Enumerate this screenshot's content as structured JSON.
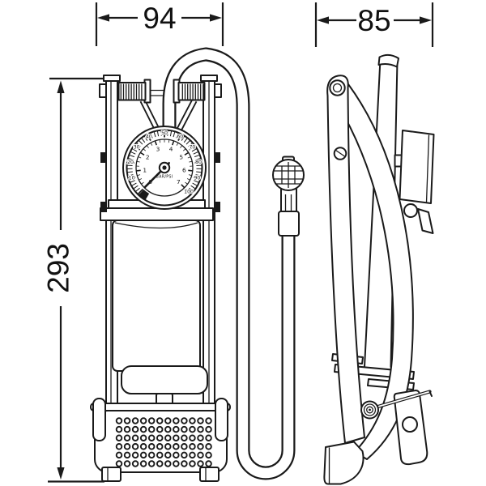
{
  "dimensions": {
    "front_width": "94",
    "side_width": "85",
    "height": "293"
  },
  "gauge": {
    "label": "BAR/PSI",
    "start_angle_deg": 135,
    "sweep_deg": 270,
    "bar_scale": {
      "min": 0,
      "max": 7,
      "labels": [
        "0",
        "1",
        "2",
        "3",
        "4",
        "5",
        "6",
        "7"
      ]
    },
    "psi_scale": {
      "min": 0,
      "max": 100,
      "labels": [
        "10",
        "20",
        "30",
        "40",
        "50",
        "60",
        "70",
        "80",
        "90",
        "100"
      ]
    },
    "needle_value_bar": 0
  },
  "pedal": {
    "dimple_rows": 6,
    "dimple_cols": 12
  },
  "colors": {
    "line": "#1a1a1a",
    "background": "#ffffff"
  }
}
